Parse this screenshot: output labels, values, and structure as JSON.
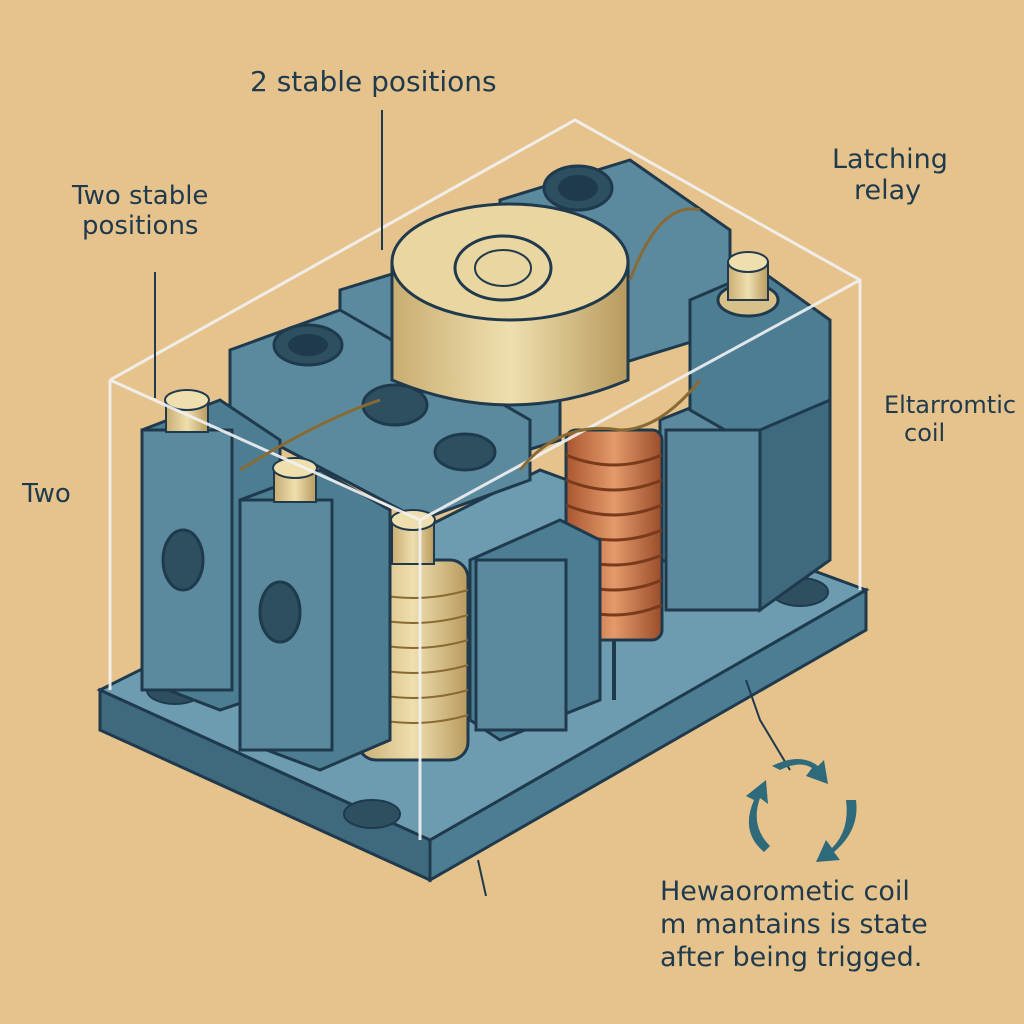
{
  "labels": {
    "top": "2 stable positions",
    "left_line1": "Two stable",
    "left_line2": "positions",
    "left_side": "Two",
    "right_title_line1": "Latching",
    "right_title_line2": "relay",
    "right_coil_line1": "Eltarromtic",
    "right_coil_line2": "coil",
    "caption_line1": "Hewaorometic coil",
    "caption_line2": "m  mantains is state",
    "caption_line3": "after being trigged."
  },
  "colors": {
    "background": "#e6c38c",
    "body_blue": "#5b8a9e",
    "body_blue_dark": "#3f6a7e",
    "outline": "#1f3a4d",
    "brass": "#d8c08a",
    "copper": "#c8764a",
    "cycle_arrows": "#2f6a7a"
  },
  "icons": [
    "cycle-arrows-icon"
  ]
}
